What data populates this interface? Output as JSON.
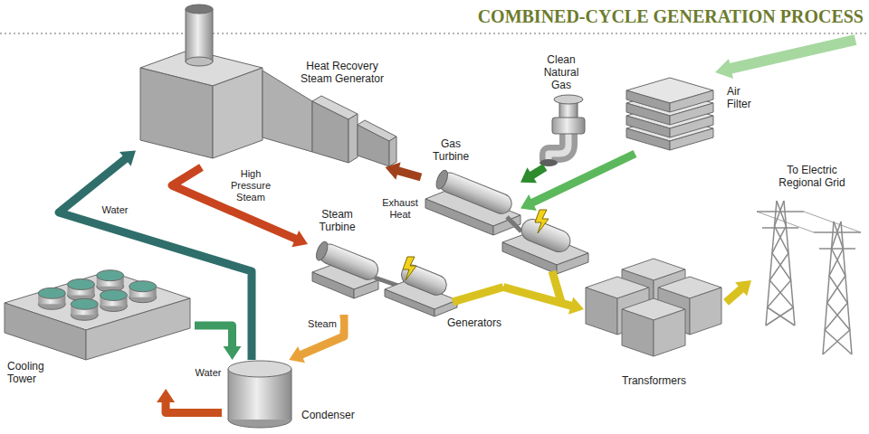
{
  "diagram": {
    "title": "COMBINED-CYCLE GENERATION PROCESS",
    "nodes": [
      {
        "text": [
          "Heat Recovery Steam Generator"
        ]
      },
      {
        "text": [
          "Clean Natural Gas"
        ]
      },
      {
        "text": [
          "Air Filter"
        ]
      },
      {
        "text": [
          "To Electric Regional Grid"
        ]
      },
      {
        "text": [
          "Gas Turbine"
        ]
      },
      {
        "text": [
          "Steam Turbine"
        ]
      },
      {
        "text": [
          "Generators"
        ]
      },
      {
        "text": [
          "Transformers"
        ]
      },
      {
        "text": [
          "Cooling Tower"
        ]
      },
      {
        "text": [
          "Condenser"
        ]
      }
    ],
    "edges": [
      {
        "from": 2,
        "to": 4,
        "arrow": "to"
      },
      {
        "from": 1,
        "to": 4,
        "arrow": "to"
      },
      {
        "from": 4,
        "to": 0,
        "label": "Exhaust Heat",
        "arrow": "to"
      },
      {
        "from": 0,
        "to": 5,
        "label": "High Pressure Steam",
        "arrow": "to"
      },
      {
        "from": 5,
        "to": 9,
        "label": "Steam",
        "arrow": "to"
      },
      {
        "from": 9,
        "to": 0,
        "label": "Water",
        "arrow": "to"
      },
      {
        "from": 8,
        "to": 9,
        "label": "Water",
        "arrow": "to"
      },
      {
        "from": 9,
        "to": 8,
        "arrow": "to"
      },
      {
        "from": 6,
        "to": 7,
        "arrow": "to"
      },
      {
        "from": 7,
        "to": 3,
        "arrow": "to"
      }
    ]
  }
}
